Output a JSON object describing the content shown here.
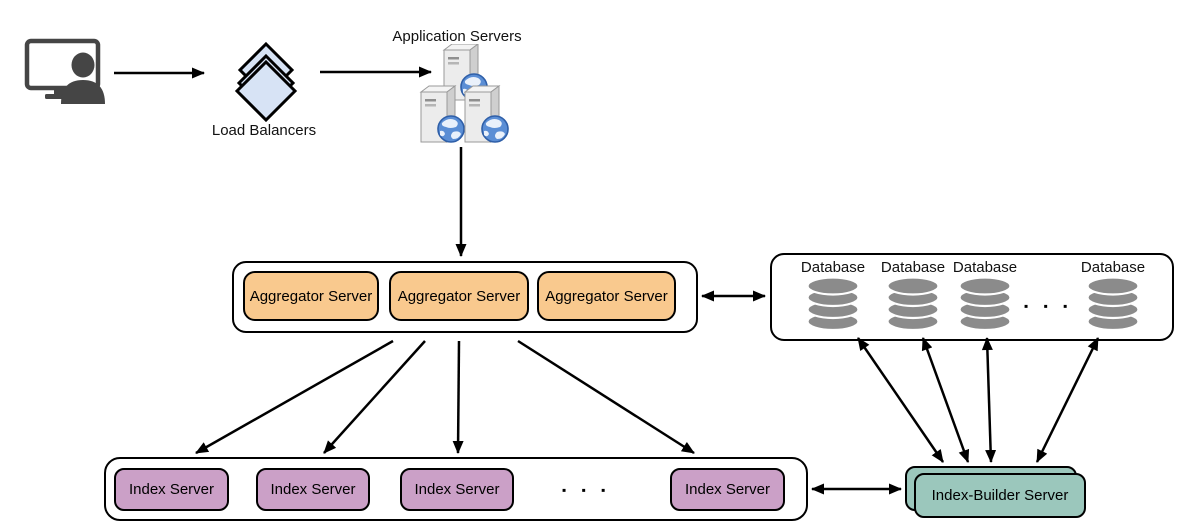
{
  "colors": {
    "aggregator_fill": "#F9C98E",
    "index_fill": "#CBA0C7",
    "index_builder_fill": "#9BC7BC",
    "load_balancer_fill": "#D7E3F5",
    "database_gray": "#8B8B8B",
    "line_color": "#000000"
  },
  "load_balancers": {
    "label": "Load Balancers"
  },
  "application_servers": {
    "label": "Application Servers"
  },
  "aggregator_group": {
    "servers": [
      {
        "label": "Aggregator Server"
      },
      {
        "label": "Aggregator Server"
      },
      {
        "label": "Aggregator Server"
      }
    ]
  },
  "database_group": {
    "databases": [
      {
        "label": "Database"
      },
      {
        "label": "Database"
      },
      {
        "label": "Database"
      },
      {
        "label": "Database"
      }
    ],
    "ellipsis": "▪ ▪ ▪"
  },
  "index_group": {
    "servers": [
      {
        "label": "Index Server"
      },
      {
        "label": "Index Server"
      },
      {
        "label": "Index Server"
      },
      {
        "label": "Index Server"
      }
    ],
    "ellipsis": "▪ ▪ ▪"
  },
  "index_builder": {
    "label": "Index-Builder Server"
  }
}
